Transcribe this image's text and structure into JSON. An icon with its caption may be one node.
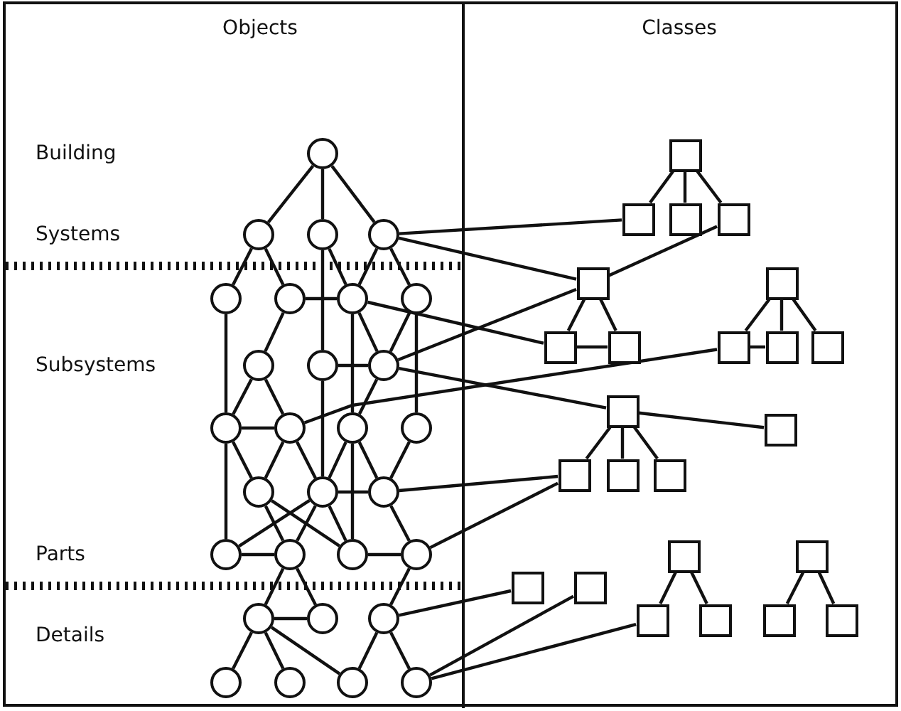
{
  "diagram": {
    "nodes": [
      {
        "text": [],
        "shape": "circle"
      },
      {
        "text": [],
        "shape": "circle"
      },
      {
        "text": [],
        "shape": "circle"
      },
      {
        "text": [],
        "shape": "circle"
      },
      {
        "text": [],
        "shape": "circle"
      },
      {
        "text": [],
        "shape": "circle"
      },
      {
        "text": [],
        "shape": "circle"
      },
      {
        "text": [],
        "shape": "circle"
      },
      {
        "text": [],
        "shape": "circle"
      },
      {
        "text": [],
        "shape": "circle"
      },
      {
        "text": [],
        "shape": "circle"
      },
      {
        "text": [],
        "shape": "circle"
      },
      {
        "text": [],
        "shape": "circle"
      },
      {
        "text": [],
        "shape": "circle"
      },
      {
        "text": [],
        "shape": "circle"
      },
      {
        "text": [],
        "shape": "circle"
      },
      {
        "text": [],
        "shape": "circle"
      },
      {
        "text": [],
        "shape": "circle"
      },
      {
        "text": [],
        "shape": "circle"
      },
      {
        "text": [],
        "shape": "circle"
      },
      {
        "text": [],
        "shape": "circle"
      },
      {
        "text": [],
        "shape": "circle"
      },
      {
        "text": [],
        "shape": "circle"
      },
      {
        "text": [],
        "shape": "circle"
      },
      {
        "text": [],
        "shape": "circle"
      },
      {
        "text": [],
        "shape": "circle"
      },
      {
        "text": [],
        "shape": "circle"
      },
      {
        "text": [],
        "shape": "circle"
      },
      {
        "text": [],
        "shape": "circle"
      },
      {
        "text": [],
        "shape": "box"
      },
      {
        "text": [],
        "shape": "box"
      },
      {
        "text": [],
        "shape": "box"
      },
      {
        "text": [],
        "shape": "box"
      },
      {
        "text": [],
        "shape": "box"
      },
      {
        "text": [],
        "shape": "box"
      },
      {
        "text": [],
        "shape": "box"
      },
      {
        "text": [],
        "shape": "box"
      },
      {
        "text": [],
        "shape": "box"
      },
      {
        "text": [],
        "shape": "box"
      },
      {
        "text": [],
        "shape": "box"
      },
      {
        "text": [],
        "shape": "box"
      },
      {
        "text": [],
        "shape": "box"
      },
      {
        "text": [],
        "shape": "box"
      },
      {
        "text": [],
        "shape": "box"
      },
      {
        "text": [],
        "shape": "box"
      },
      {
        "text": [],
        "shape": "box"
      },
      {
        "text": [],
        "shape": "box"
      },
      {
        "text": [],
        "shape": "box"
      },
      {
        "text": [],
        "shape": "box"
      },
      {
        "text": [],
        "shape": "box"
      },
      {
        "text": [],
        "shape": "box"
      },
      {
        "text": [],
        "shape": "box"
      },
      {
        "text": [],
        "shape": "box"
      }
    ],
    "edges": [
      {
        "from": 0,
        "to": 1,
        "arrow": "none"
      },
      {
        "from": 0,
        "to": 2,
        "arrow": "none"
      },
      {
        "from": 0,
        "to": 3,
        "arrow": "none"
      },
      {
        "from": 1,
        "to": 4,
        "arrow": "none"
      },
      {
        "from": 1,
        "to": 5,
        "arrow": "none"
      },
      {
        "from": 2,
        "to": 9,
        "arrow": "none"
      },
      {
        "from": 2,
        "to": 6,
        "arrow": "none"
      },
      {
        "from": 3,
        "to": 6,
        "arrow": "none"
      },
      {
        "from": 3,
        "to": 7,
        "arrow": "none"
      },
      {
        "from": 4,
        "to": 11,
        "arrow": "none"
      },
      {
        "from": 5,
        "to": 8,
        "arrow": "none"
      },
      {
        "from": 5,
        "to": 6,
        "arrow": "none"
      },
      {
        "from": 6,
        "to": 10,
        "arrow": "none"
      },
      {
        "from": 6,
        "to": 13,
        "arrow": "none"
      },
      {
        "from": 7,
        "to": 10,
        "arrow": "none"
      },
      {
        "from": 7,
        "to": 14,
        "arrow": "none"
      },
      {
        "from": 8,
        "to": 11,
        "arrow": "none"
      },
      {
        "from": 8,
        "to": 12,
        "arrow": "none"
      },
      {
        "from": 9,
        "to": 10,
        "arrow": "none"
      },
      {
        "from": 9,
        "to": 16,
        "arrow": "none"
      },
      {
        "from": 10,
        "to": 13,
        "arrow": "none"
      },
      {
        "from": 10,
        "to": 33,
        "arrow": "none"
      },
      {
        "from": 10,
        "to": 40,
        "arrow": "none"
      },
      {
        "from": 11,
        "to": 18,
        "arrow": "none"
      },
      {
        "from": 11,
        "to": 15,
        "arrow": "none"
      },
      {
        "from": 11,
        "to": 12,
        "arrow": "none"
      },
      {
        "from": 12,
        "to": 15,
        "arrow": "none"
      },
      {
        "from": 12,
        "to": 16,
        "arrow": "none"
      },
      {
        "from": 12,
        "to": 37,
        "arrow": "none"
      },
      {
        "from": 13,
        "to": 16,
        "arrow": "none"
      },
      {
        "from": 13,
        "to": 17,
        "arrow": "none"
      },
      {
        "from": 13,
        "to": 20,
        "arrow": "none"
      },
      {
        "from": 14,
        "to": 17,
        "arrow": "none"
      },
      {
        "from": 15,
        "to": 19,
        "arrow": "none"
      },
      {
        "from": 15,
        "to": 20,
        "arrow": "none"
      },
      {
        "from": 16,
        "to": 18,
        "arrow": "none"
      },
      {
        "from": 16,
        "to": 19,
        "arrow": "none"
      },
      {
        "from": 16,
        "to": 17,
        "arrow": "none"
      },
      {
        "from": 16,
        "to": 20,
        "arrow": "none"
      },
      {
        "from": 17,
        "to": 21,
        "arrow": "none"
      },
      {
        "from": 17,
        "to": 42,
        "arrow": "none"
      },
      {
        "from": 18,
        "to": 19,
        "arrow": "none"
      },
      {
        "from": 19,
        "to": 22,
        "arrow": "none"
      },
      {
        "from": 19,
        "to": 23,
        "arrow": "none"
      },
      {
        "from": 20,
        "to": 21,
        "arrow": "none"
      },
      {
        "from": 21,
        "to": 24,
        "arrow": "none"
      },
      {
        "from": 21,
        "to": 42,
        "arrow": "none"
      },
      {
        "from": 22,
        "to": 23,
        "arrow": "none"
      },
      {
        "from": 22,
        "to": 25,
        "arrow": "none"
      },
      {
        "from": 22,
        "to": 26,
        "arrow": "none"
      },
      {
        "from": 22,
        "to": 27,
        "arrow": "none"
      },
      {
        "from": 24,
        "to": 27,
        "arrow": "none"
      },
      {
        "from": 24,
        "to": 28,
        "arrow": "none"
      },
      {
        "from": 24,
        "to": 47,
        "arrow": "none"
      },
      {
        "from": 28,
        "to": 48,
        "arrow": "none"
      },
      {
        "from": 28,
        "to": 49,
        "arrow": "none"
      },
      {
        "from": 3,
        "to": 30,
        "arrow": "none"
      },
      {
        "from": 3,
        "to": 33,
        "arrow": "none"
      },
      {
        "from": 6,
        "to": 35,
        "arrow": "none"
      },
      {
        "from": 29,
        "to": 30,
        "arrow": "none"
      },
      {
        "from": 29,
        "to": 31,
        "arrow": "none"
      },
      {
        "from": 29,
        "to": 32,
        "arrow": "none"
      },
      {
        "from": 32,
        "to": 33,
        "arrow": "none"
      },
      {
        "from": 33,
        "to": 35,
        "arrow": "none"
      },
      {
        "from": 33,
        "to": 36,
        "arrow": "none"
      },
      {
        "from": 35,
        "to": 36,
        "arrow": "none"
      },
      {
        "from": 34,
        "to": 37,
        "arrow": "none"
      },
      {
        "from": 34,
        "to": 38,
        "arrow": "none"
      },
      {
        "from": 34,
        "to": 39,
        "arrow": "none"
      },
      {
        "from": 37,
        "to": 38,
        "arrow": "none"
      },
      {
        "from": 40,
        "to": 41,
        "arrow": "none"
      },
      {
        "from": 40,
        "to": 42,
        "arrow": "none"
      },
      {
        "from": 40,
        "to": 43,
        "arrow": "none"
      },
      {
        "from": 40,
        "to": 44,
        "arrow": "none"
      },
      {
        "from": 45,
        "to": 49,
        "arrow": "none"
      },
      {
        "from": 45,
        "to": 50,
        "arrow": "none"
      },
      {
        "from": 46,
        "to": 51,
        "arrow": "none"
      },
      {
        "from": 46,
        "to": 52,
        "arrow": "none"
      }
    ],
    "labels": [
      "Objects",
      "Classes",
      "Building",
      "Systems",
      "Subsystems",
      "Parts",
      "Details"
    ]
  }
}
